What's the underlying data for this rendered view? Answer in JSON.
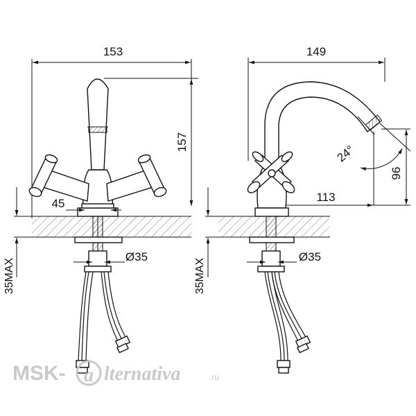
{
  "drawing": {
    "front_view": {
      "width_label": "153",
      "height_label": "157",
      "base_label": "45",
      "hole_label": "Ø35",
      "thickness_label": "35MAX"
    },
    "side_view": {
      "width_label": "149",
      "reach_label": "113",
      "angle_label": "24°",
      "spout_height_label": "96",
      "hole_label": "Ø35",
      "thickness_label": "35MAX"
    }
  },
  "watermark": {
    "brand_left": "MSK-",
    "brand_logo_letter": "a",
    "brand_right": "lternativa",
    "brand_suffix": ".ru"
  }
}
